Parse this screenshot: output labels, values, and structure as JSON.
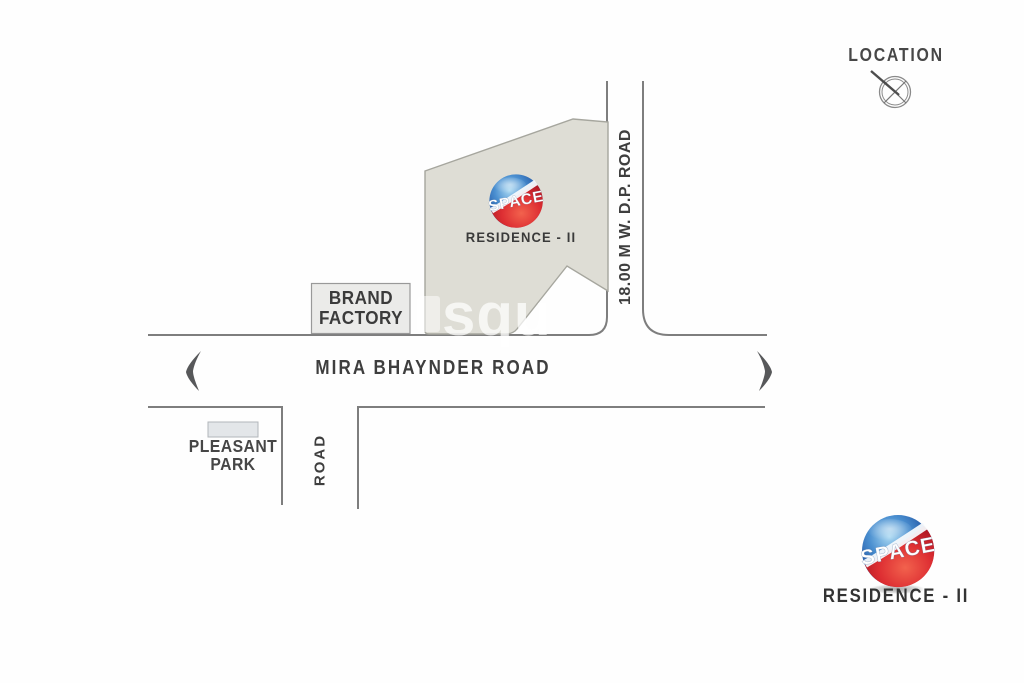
{
  "location_indicator": {
    "label": "LOCATION",
    "icon": "compass-icon"
  },
  "site": {
    "logo_text": "SPACE",
    "project_name": "RESIDENCE - II"
  },
  "landmarks": {
    "brand_factory": {
      "line1": "BRAND",
      "line2": "FACTORY"
    },
    "pleasant_park": {
      "line1": "PLEASANT",
      "line2": "PARK"
    }
  },
  "roads": {
    "main_road": "MIRA BHAYNDER ROAD",
    "dp_road": "18.00 M W. D.P. ROAD",
    "side_road": "ROAD"
  },
  "branding": {
    "logo_text": "SPACE",
    "project_name": "RESIDENCE - II"
  },
  "watermark": {
    "text": "squ"
  },
  "colors": {
    "plot_fill": "#deddd5",
    "road_line": "#7e7e7e",
    "logo_blue": "#1d4e9e",
    "logo_red": "#cf2030",
    "text": "#3e3e3e"
  }
}
